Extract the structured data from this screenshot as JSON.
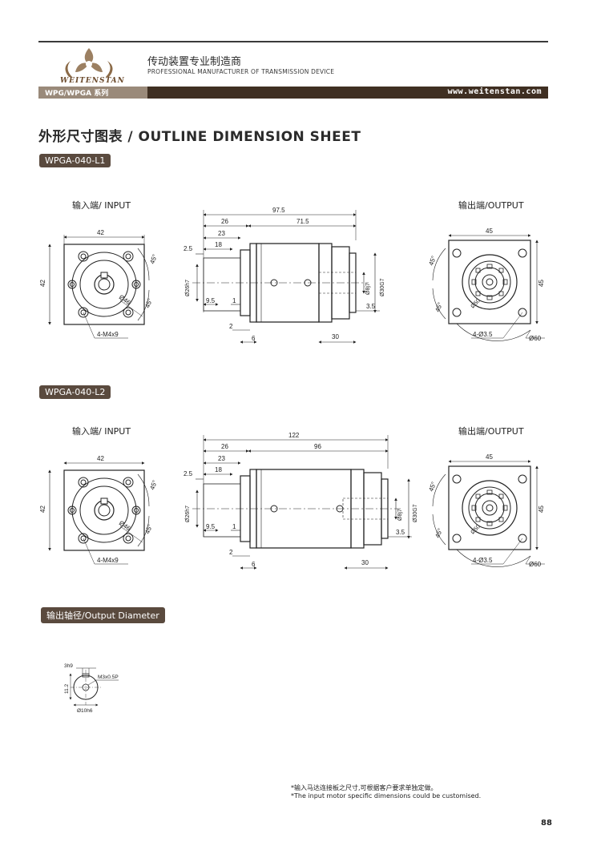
{
  "header": {
    "brand": "WEITENSTAN",
    "title_cn": "传动装置专业制造商",
    "title_en": "PROFESSIONAL MANUFACTURER OF TRANSMISSION DEVICE",
    "series": "WPG/WPGA 系列",
    "website": "www.weitenstan.com"
  },
  "sheet_title": "外形尺寸图表 / OUTLINE DIMENSION SHEET",
  "models": [
    {
      "name": "WPGA-040-L1",
      "input_label": "输入端/ INPUT",
      "output_label": "输出端/OUTPUT",
      "input_view": {
        "width": "42",
        "height": "42",
        "angle_a": "45°",
        "angle_b": "45°",
        "dia": "Ø46",
        "holes": "4-M4x9"
      },
      "side_view": {
        "overall": "97.5",
        "d26": "26",
        "d71": "71.5",
        "d23": "23",
        "d18": "18",
        "d25": "2.5",
        "d95": "9.5",
        "d1": "1",
        "d2": "2",
        "d6": "6",
        "d30": "30",
        "d35": "3.5",
        "dia26": "Ø26h7",
        "dia8": "Ø8j7",
        "dia30": "Ø30G7"
      },
      "output_view": {
        "width": "45",
        "height": "45",
        "angle_a": "45°",
        "angle_b": "45°",
        "dia50": "Ø50",
        "holes": "4-Ø3.5",
        "dia60": "Ø60"
      }
    },
    {
      "name": "WPGA-040-L2",
      "input_label": "输入端/ INPUT",
      "output_label": "输出端/OUTPUT",
      "input_view": {
        "width": "42",
        "height": "42",
        "angle_a": "45°",
        "angle_b": "45°",
        "dia": "Ø46",
        "holes": "4-M4x9"
      },
      "side_view": {
        "overall": "122",
        "d26": "26",
        "d71": "96",
        "d23": "23",
        "d18": "18",
        "d25": "2.5",
        "d95": "9.5",
        "d1": "1",
        "d2": "2",
        "d6": "6",
        "d30": "30",
        "d35": "3.5",
        "dia26": "Ø26h7",
        "dia8": "Ø8j7",
        "dia30": "Ø30G7"
      },
      "output_view": {
        "width": "45",
        "height": "45",
        "angle_a": "45°",
        "angle_b": "45°",
        "dia50": "Ø50",
        "holes": "4-Ø3.5",
        "dia60": "Ø60"
      }
    }
  ],
  "output_diameter": {
    "tag": "输出轴径/Output Diameter",
    "key": "3h9",
    "height": "11.2",
    "thread": "M3x0.5P",
    "dia": "Ø10h6"
  },
  "notes": {
    "cn": "*输入马达连接板之尺寸,可根据客户要求单独定做。",
    "en": "*The input motor specific dimensions could be customised."
  },
  "page_number": "88"
}
